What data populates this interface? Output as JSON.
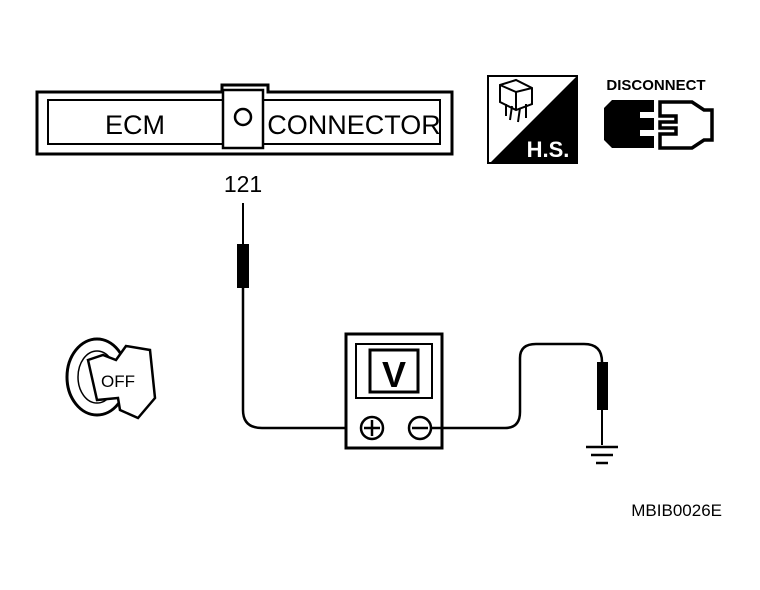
{
  "connector": {
    "left_label": "ECM",
    "right_label": "CONNECTOR",
    "pin_number": "121"
  },
  "harness_side_badge": {
    "label": "H.S.",
    "icon": "harness-connector-icon"
  },
  "disconnect_badge": {
    "label": "DISCONNECT",
    "icon": "disconnect-plug-icon"
  },
  "ignition": {
    "key_label": "OFF",
    "icon": "ignition-key-icon"
  },
  "voltmeter": {
    "display_label": "V",
    "positive_icon": "plus-terminal-icon",
    "negative_icon": "minus-terminal-icon"
  },
  "ground": {
    "icon": "ground-symbol-icon"
  },
  "figure_code": "MBIB0026E"
}
